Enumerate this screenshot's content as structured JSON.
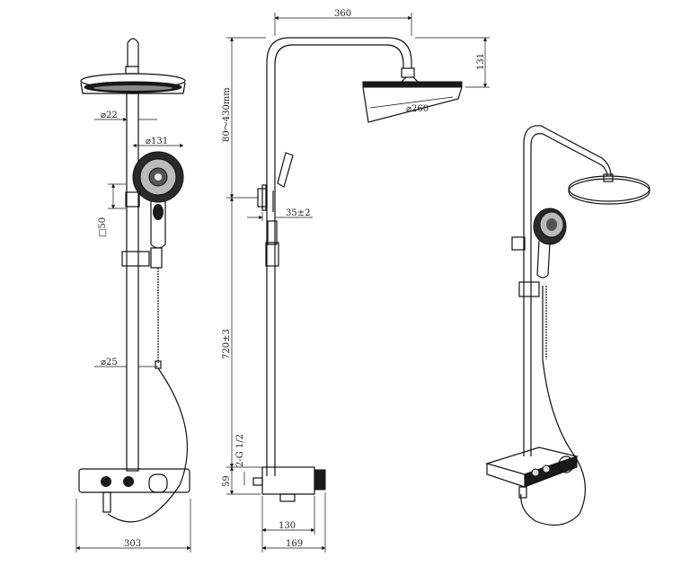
{
  "title": "",
  "dimensions": {
    "top_span": "360",
    "head_height": "131",
    "head_diameter": "⌀260",
    "arm_range": "80～430mm",
    "pipe_diameter": "⌀22",
    "handshower_diameter": "⌀131",
    "bracket_square": "□50",
    "wall_offset": "35±2",
    "pipe_height": "720±3",
    "hose_diameter": "⌀25",
    "inlet_thread": "2-G 1/2",
    "body_height": "59",
    "inlet_spacing": "130",
    "shelf_width": "303",
    "body_depth": "169"
  },
  "views": [
    "front-view",
    "side-view",
    "perspective-view"
  ]
}
